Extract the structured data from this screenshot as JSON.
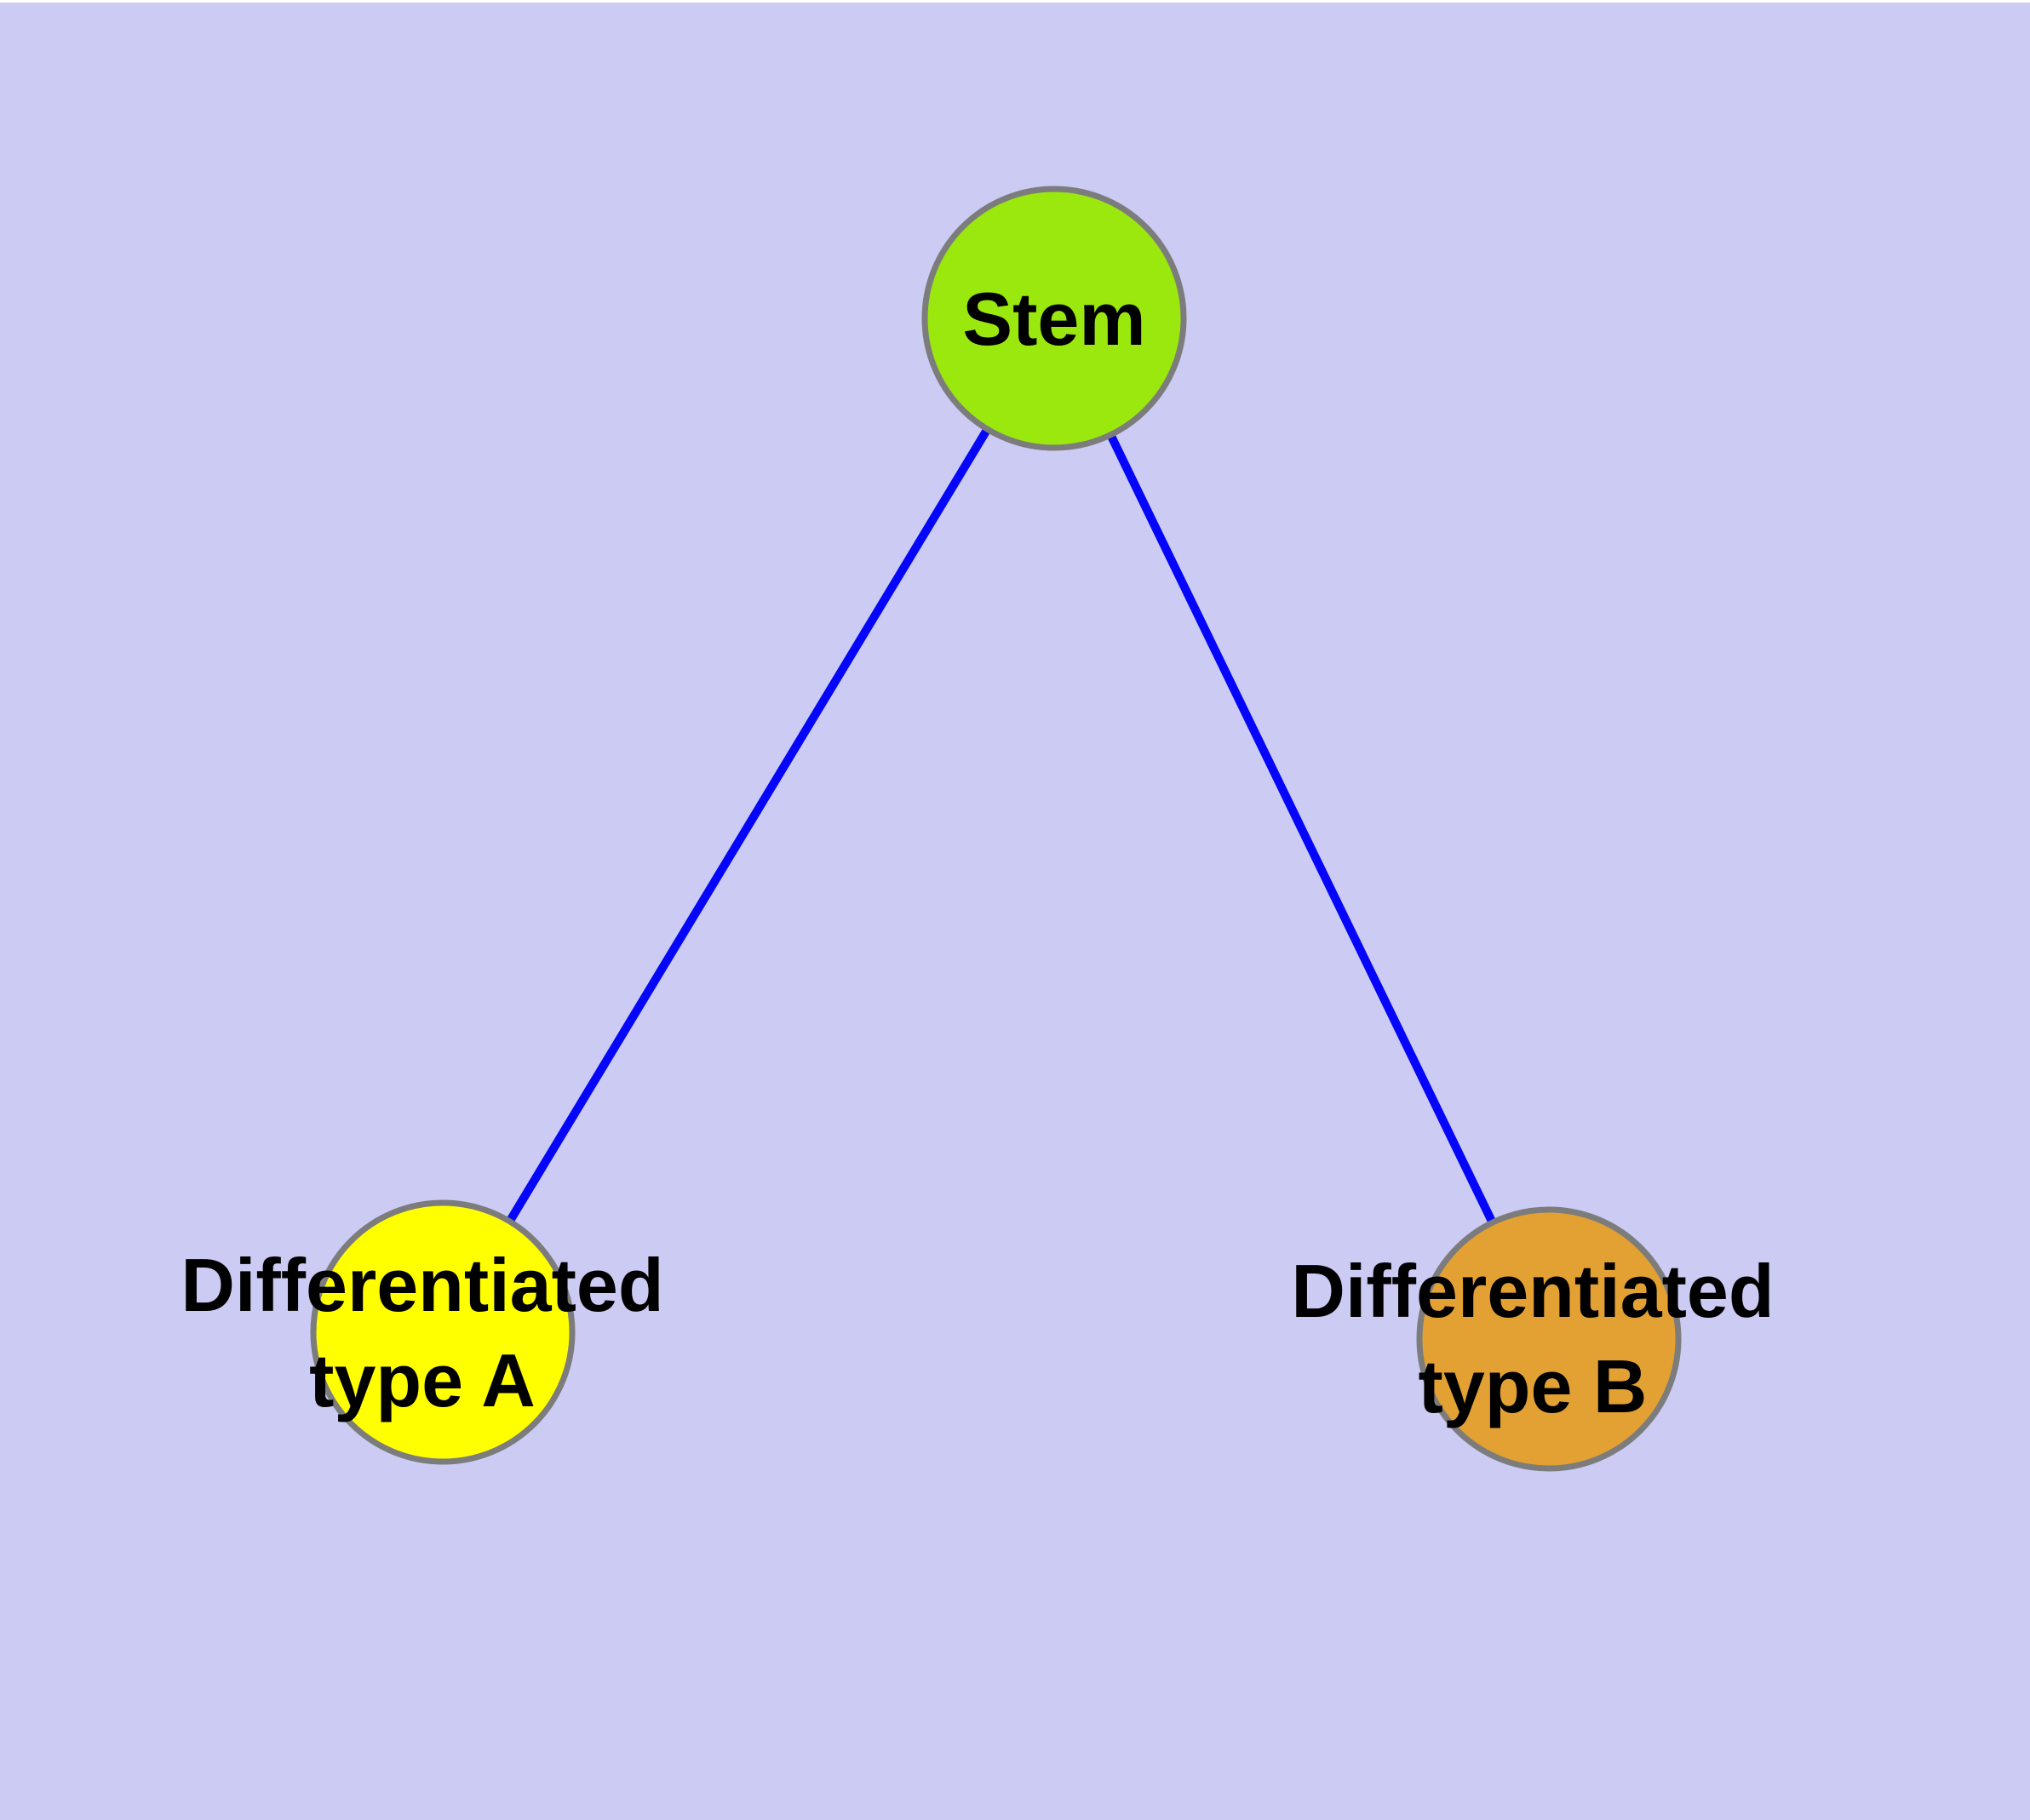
{
  "diagram": {
    "type": "node-link-graph",
    "nodes": {
      "stem": {
        "label": "Stem",
        "shape": "circle"
      },
      "type_a": {
        "label_line1": "Differentiated",
        "label_line2": "type A",
        "shape": "circle"
      },
      "type_b": {
        "label_line1": "Differentiated",
        "label_line2": "type B",
        "shape": "circle"
      }
    },
    "edges": [
      {
        "from": "Stem",
        "to": "Differentiated type A"
      },
      {
        "from": "Stem",
        "to": "Differentiated type B"
      }
    ]
  },
  "colors": {
    "background": "#CBCBF4",
    "edge": "#0505FA",
    "node-border": "#7C7C7C",
    "label-text": "#000000",
    "stem-fill": "#9AE80E",
    "type-a-fill": "#FFFF00",
    "type-b-fill": "#E4A133"
  }
}
